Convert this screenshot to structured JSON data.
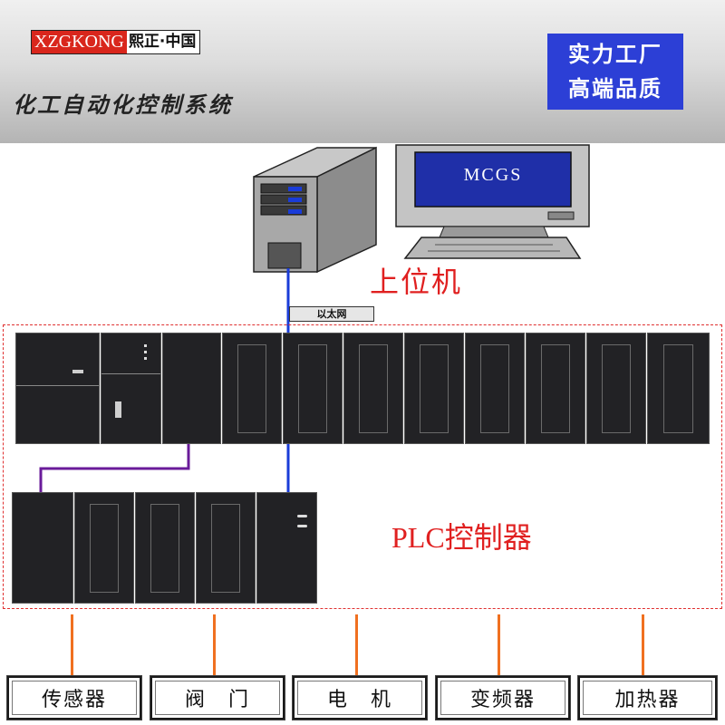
{
  "header": {
    "logo_en": "XZGKONG",
    "logo_cn": "熙正·中国",
    "title": "化工自动化控制系统",
    "promo_line1": "实力工厂",
    "promo_line2": "高端品质"
  },
  "host": {
    "screen_text": "MCGS",
    "label": "上位机"
  },
  "network": {
    "label": "以太网"
  },
  "plc": {
    "label": "PLC控制器"
  },
  "devices": [
    {
      "label": "传感器"
    },
    {
      "label": "阀　门"
    },
    {
      "label": "电　机"
    },
    {
      "label": "变频器"
    },
    {
      "label": "加热器"
    }
  ],
  "colors": {
    "logo_red": "#d9261c",
    "promo_blue": "#2c3fd6",
    "ethernet_blue": "#1a3cd8",
    "link_purple": "#6a1b9a",
    "field_orange": "#f07020",
    "label_red": "#e02020"
  }
}
